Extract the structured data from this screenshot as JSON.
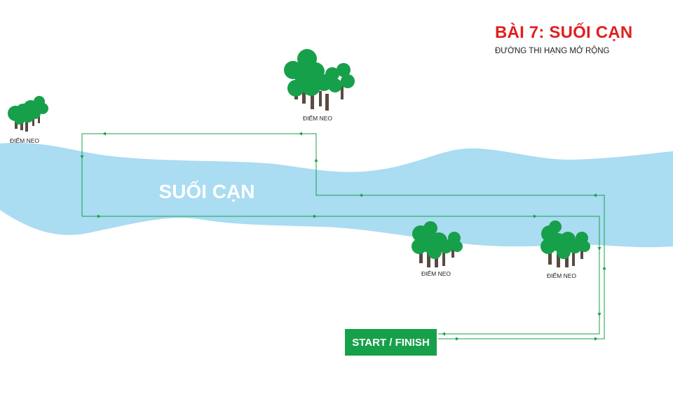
{
  "header": {
    "title": "BÀI 7: SUỐI CẠN",
    "subtitle": "ĐƯỜNG THI HẠNG MỞ RỘNG"
  },
  "stream": {
    "label": "SUỐI CẠN"
  },
  "anchors": [
    "ĐIỂM NEO",
    "ĐIỂM NEO",
    "ĐIỂM NEO",
    "ĐIỂM NEO"
  ],
  "start": {
    "label": "START / FINISH"
  },
  "colors": {
    "title": "#e0201f",
    "water": "#aadcf2",
    "route": "#17a04a",
    "tree_green": "#17a04a",
    "trunk": "#5a4a42",
    "start_bg": "#17a04a"
  }
}
